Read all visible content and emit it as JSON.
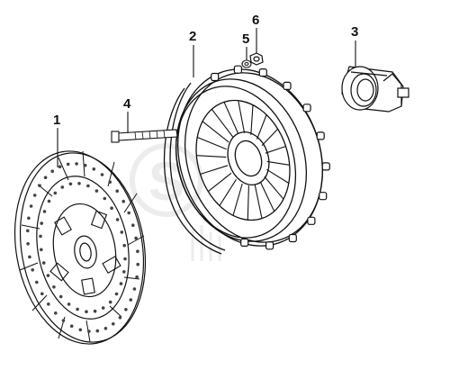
{
  "callouts": [
    {
      "id": "disc",
      "number": "1"
    },
    {
      "id": "cover",
      "number": "2"
    },
    {
      "id": "bearing",
      "number": "3"
    },
    {
      "id": "bolt",
      "number": "4"
    },
    {
      "id": "washer",
      "number": "5"
    },
    {
      "id": "nut",
      "number": "6"
    }
  ],
  "colors": {
    "ink": "#111111",
    "watermark": "#c9c9c9",
    "facing_hole": "#444444"
  },
  "watermark": {
    "text": "S"
  }
}
